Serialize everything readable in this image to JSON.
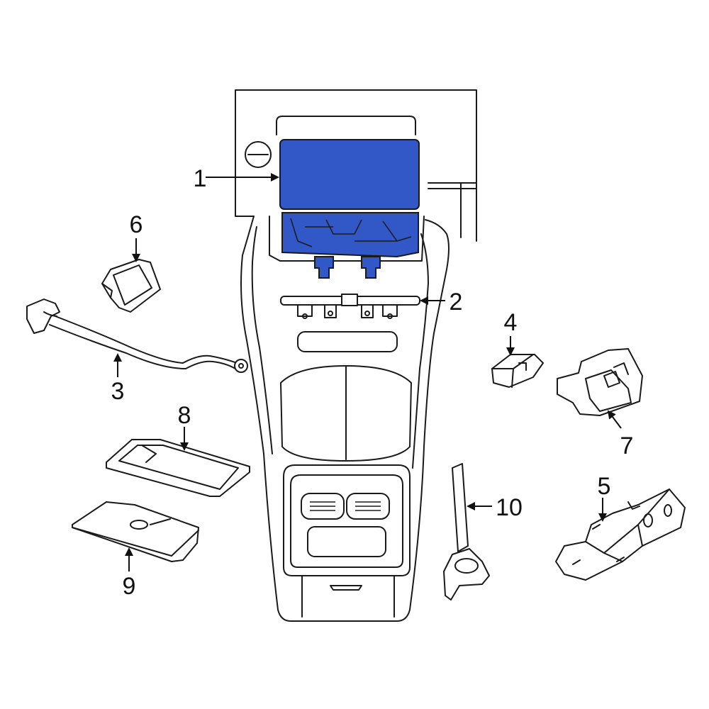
{
  "highlight_color": "#3158c6",
  "line_color": "#1a1a1a",
  "callouts": [
    {
      "id": "1",
      "label": "1"
    },
    {
      "id": "2",
      "label": "2"
    },
    {
      "id": "3",
      "label": "3"
    },
    {
      "id": "4",
      "label": "4"
    },
    {
      "id": "5",
      "label": "5"
    },
    {
      "id": "6",
      "label": "6"
    },
    {
      "id": "7",
      "label": "7"
    },
    {
      "id": "8",
      "label": "8"
    },
    {
      "id": "9",
      "label": "9"
    },
    {
      "id": "10",
      "label": "10"
    }
  ]
}
